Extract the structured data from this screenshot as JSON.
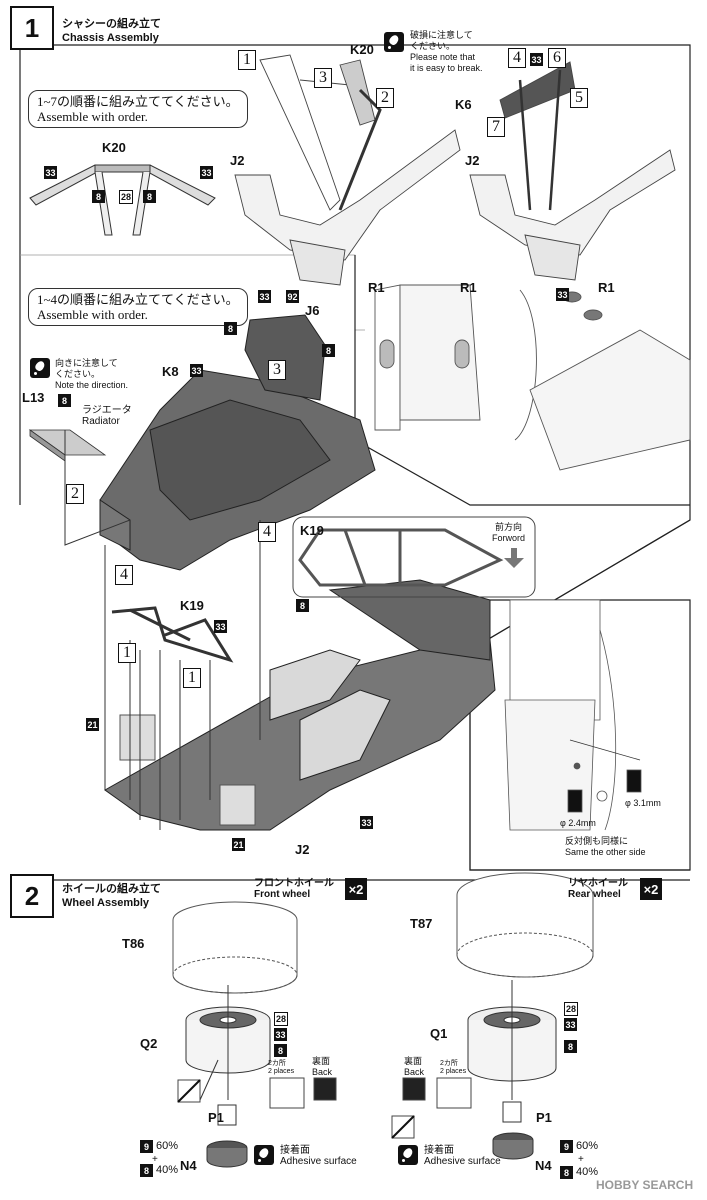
{
  "step1": {
    "number": "1",
    "title_jp": "シャシーの組み立て",
    "title_en": "Chassis Assembly",
    "note_a_jp": "1~7の順番に組み立ててください。",
    "note_a_en": "Assemble with order.",
    "note_b_jp": "1~4の順番に組み立ててください。",
    "note_b_en": "Assemble with order.",
    "warn_break_jp": "破損に注意して",
    "warn_break_jp2": "ください。",
    "warn_break_en1": "Please note that",
    "warn_break_en2": "it is easy to break.",
    "warn_dir_jp": "向きに注意して",
    "warn_dir_jp2": "ください。",
    "warn_dir_en": "Note the direction.",
    "radiator_jp": "ラジエータ",
    "radiator_en": "Radiator",
    "forward_jp": "前方向",
    "forward_en": "Forword",
    "same_jp": "反対側も同様に",
    "same_en": "Same the other side",
    "dia_a": "φ 2.4mm",
    "dia_b": "φ 3.1mm",
    "parts": {
      "k20": "K20",
      "k20b": "K20",
      "j2a": "J2",
      "j2b": "J2",
      "j2c": "J2",
      "k6": "K6",
      "r1a": "R1",
      "r1b": "R1",
      "r1c": "R1",
      "j6": "J6",
      "k8": "K8",
      "l13": "L13",
      "k19a": "K19",
      "k19b": "K19"
    },
    "order_nums": [
      "1",
      "2",
      "3",
      "4",
      "5",
      "6",
      "7"
    ],
    "codes": {
      "c33": "33",
      "c8": "8",
      "c28": "28",
      "c92": "92",
      "c21": "21"
    }
  },
  "step2": {
    "number": "2",
    "title_jp": "ホイールの組み立て",
    "title_en": "Wheel Assembly",
    "front_jp": "フロントホイール",
    "front_en": "Front wheel",
    "rear_jp": "リヤホイール",
    "rear_en": "Rear wheel",
    "times": "×2",
    "t86": "T86",
    "t87": "T87",
    "q2": "Q2",
    "q1": "Q1",
    "p1": "P1",
    "n4": "N4",
    "back_jp": "裏面",
    "back_en": "Back",
    "places_jp": "2カ所",
    "places_en": "2 places",
    "adh_jp": "接着面",
    "adh_en": "Adhesive surface",
    "pct60": "60%",
    "pct40": "40%",
    "plus": "+"
  },
  "watermark": "HOBBY SEARCH"
}
